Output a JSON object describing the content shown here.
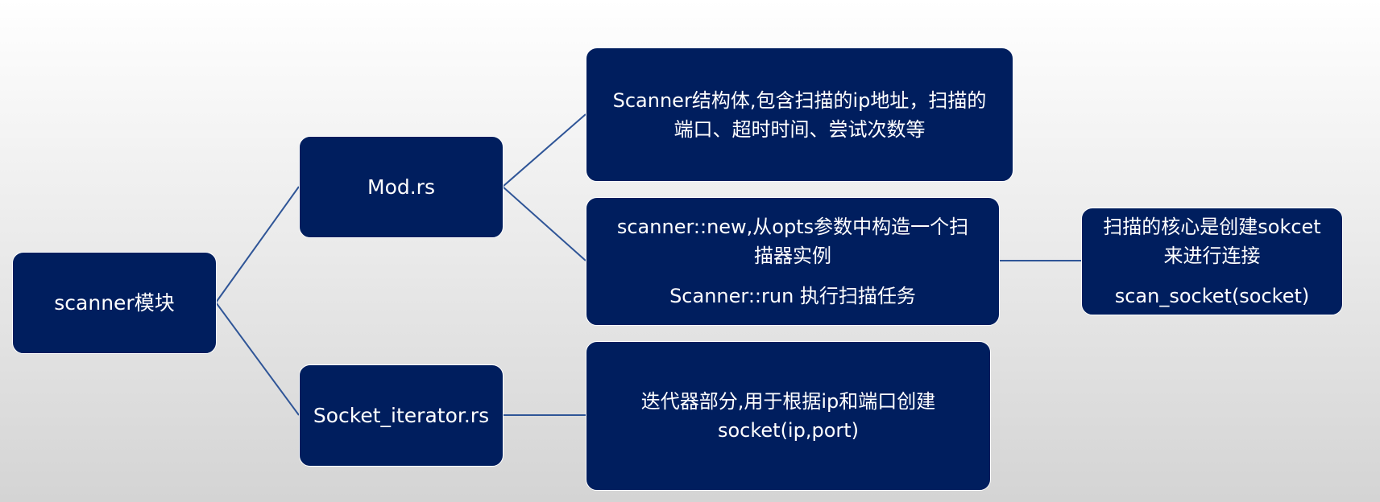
{
  "diagram": {
    "root": {
      "label": "scanner模块"
    },
    "mod_rs": {
      "label": "Mod.rs"
    },
    "socket_iterator_rs": {
      "label": "Socket_iterator.rs"
    },
    "scanner_struct": {
      "line1": "Scanner结构体,包含扫描的ip地址，扫描的",
      "line2": "端口、超时时间、尝试次数等"
    },
    "scanner_methods": {
      "line1": "scanner::new,从opts参数中构造一个扫",
      "line2": "描器实例",
      "line3": "Scanner::run 执行扫描任务"
    },
    "scan_core": {
      "line1": "扫描的核心是创建sokcet",
      "line2": "来进行连接",
      "line3": "scan_socket(socket)"
    },
    "iterator_desc": {
      "line1": "迭代器部分,用于根据ip和端口创建",
      "line2": "socket(ip,port)"
    }
  },
  "colors": {
    "node_fill": "#001e5e",
    "node_border": "#ffffff",
    "node_text": "#ffffff",
    "connector": "#2f5597"
  }
}
